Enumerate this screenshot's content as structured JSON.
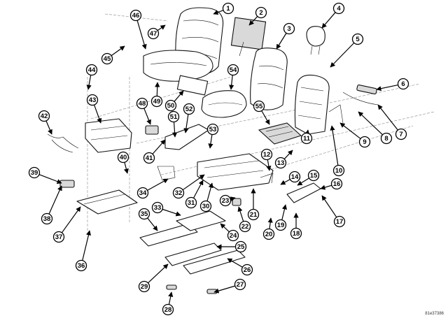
{
  "figure_id": "81e37386",
  "callouts": [
    "1",
    "2",
    "3",
    "4",
    "5",
    "6",
    "7",
    "8",
    "9",
    "10",
    "11",
    "12",
    "13",
    "14",
    "15",
    "16",
    "17",
    "18",
    "19",
    "20",
    "21",
    "22",
    "23",
    "24",
    "25",
    "26",
    "27",
    "28",
    "29",
    "30",
    "31",
    "32",
    "33",
    "34",
    "35",
    "36",
    "37",
    "38",
    "39",
    "40",
    "41",
    "42",
    "43",
    "44",
    "45",
    "46",
    "47",
    "48",
    "49",
    "50",
    "51",
    "52",
    "53",
    "54",
    "55"
  ]
}
